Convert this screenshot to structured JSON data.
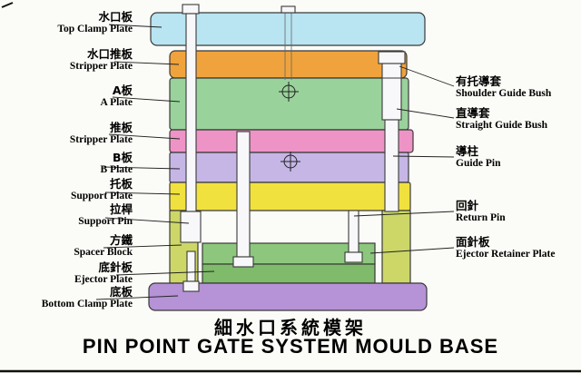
{
  "title": {
    "zh": "細水口系統模架",
    "en": "PIN POINT GATE SYSTEM MOULD BASE"
  },
  "left_labels": [
    {
      "zh": "水口板",
      "en": "Top Clamp Plate"
    },
    {
      "zh": "水口推板",
      "en": "Stripper Plate"
    },
    {
      "zh": "A板",
      "en": "A Plate"
    },
    {
      "zh": "推板",
      "en": "Stripper Plate"
    },
    {
      "zh": "B板",
      "en": "B Plate"
    },
    {
      "zh": "托板",
      "en": "Support Plate"
    },
    {
      "zh": "拉桿",
      "en": "Support Pin"
    },
    {
      "zh": "方鐵",
      "en": "Spacer Block"
    },
    {
      "zh": "底針板",
      "en": "Ejector Plate"
    },
    {
      "zh": "底板",
      "en": "Bottom Clamp Plate"
    }
  ],
  "right_labels": [
    {
      "zh": "有托導套",
      "en": "Shoulder Guide Bush"
    },
    {
      "zh": "直導套",
      "en": "Straight Guide Bush"
    },
    {
      "zh": "導柱",
      "en": "Guide Pin"
    },
    {
      "zh": "回針",
      "en": "Return Pin"
    },
    {
      "zh": "面針板",
      "en": "Ejector Retainer Plate"
    }
  ],
  "colors": {
    "top_clamp_plate": "#b9e4f1",
    "stripper_plate_upper": "#f0a33c",
    "a_plate": "#99d39b",
    "stripper_plate_lower": "#ee93c5",
    "b_plate": "#c6b6e6",
    "support_plate": "#f1e13e",
    "spacer_block": "#ccd768",
    "ejector_retainer_plate": "#8cc77d",
    "ejector_plate": "#7fbb6a",
    "bottom_clamp_plate": "#b692d6",
    "pin_fill": "#f8f8fa",
    "outline": "#3a3a3a"
  }
}
